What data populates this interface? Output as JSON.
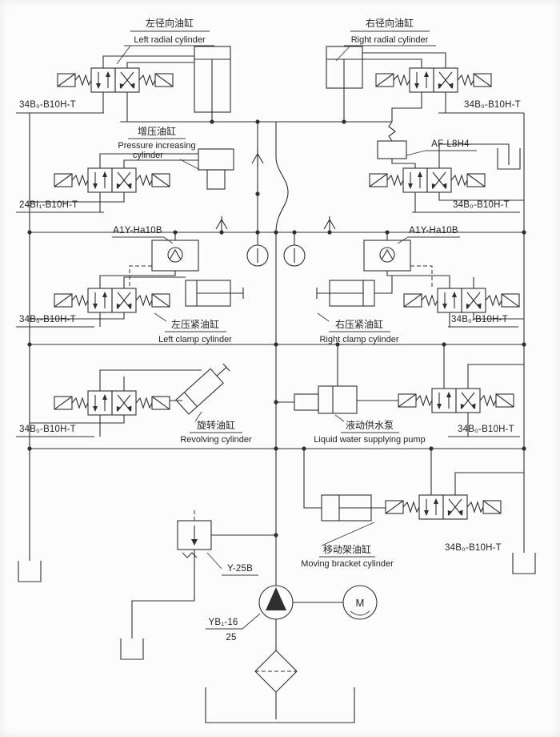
{
  "background": "#fcfcfc",
  "line_color": "#2f2f2f",
  "labels": {
    "left_radial": {
      "cn": "左径向油缸",
      "en": "Left radial cylinder"
    },
    "right_radial": {
      "cn": "右径向油缸",
      "en": "Right radial cylinder"
    },
    "pressure_increasing": {
      "cn": "增压油缸",
      "en1": "Pressure increasing",
      "en2": "cylinder"
    },
    "left_clamp": {
      "cn": "左压紧油缸",
      "en": "Left clamp cylinder"
    },
    "right_clamp": {
      "cn": "右压紧油缸",
      "en": "Right clamp cylinder"
    },
    "revolving": {
      "cn": "旋转油缸",
      "en": "Revolving cylinder"
    },
    "water_pump": {
      "cn": "液动供水泵",
      "en": "Liquid water supplying pump"
    },
    "moving_bracket": {
      "cn": "移动架油缸",
      "en": "Moving bracket cylinder"
    }
  },
  "models": {
    "valve_top_left": "34B₀-B10H-T",
    "valve_top_right": "34B₀-B10H-T",
    "valve_booster": "24BI₁-B10H-T",
    "valve_row2_right": "34B₀-B10H-T",
    "pilot_check_left": "A1Y-Ha10B",
    "pilot_check_right": "A1Y-Ha10B",
    "valve_clamp_left": "34B₀-B10H-T",
    "valve_clamp_right": "34B₀-B10H-T",
    "valve_revolving": "34B₀-B10H-T",
    "valve_water_pump": "34B₀-B10H-T",
    "valve_moving_bracket": "34B₀-B10H-T",
    "air_filter": "AF-L8H4",
    "relief_valve": "Y-25B",
    "pump_model": "YB₁-16",
    "pump_displacement": "25",
    "motor_letter": "M"
  }
}
